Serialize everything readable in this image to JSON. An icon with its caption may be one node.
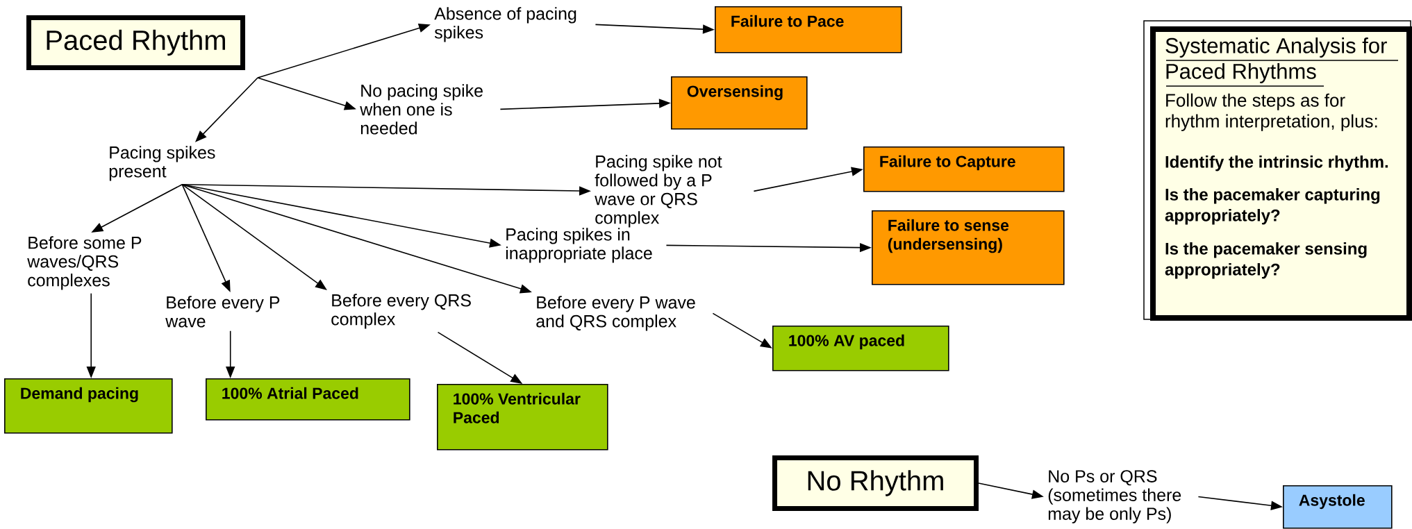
{
  "diagram": {
    "nodes": [
      {
        "text": [
          "Paced Rhythm"
        ]
      },
      {
        "text": [
          "Absence of pacing spikes"
        ]
      },
      {
        "text": [
          "Failure to Pace"
        ]
      },
      {
        "text": [
          "No pacing spike when one is needed"
        ]
      },
      {
        "text": [
          "Oversensing"
        ]
      },
      {
        "text": [
          "Pacing spikes present"
        ]
      },
      {
        "text": [
          "Pacing spike not followed by a P wave or QRS complex"
        ]
      },
      {
        "text": [
          "Failure to Capture"
        ]
      },
      {
        "text": [
          "Pacing spikes in inappropriate place"
        ]
      },
      {
        "text": [
          "Failure to sense (undersensing)"
        ]
      },
      {
        "text": [
          "Before some P waves/QRS complexes"
        ]
      },
      {
        "text": [
          "Before every P wave"
        ]
      },
      {
        "text": [
          "Before every QRS complex"
        ]
      },
      {
        "text": [
          "Before every P wave and QRS complex"
        ]
      },
      {
        "text": [
          "100% AV paced"
        ]
      },
      {
        "text": [
          "Demand pacing"
        ]
      },
      {
        "text": [
          "100% Atrial Paced"
        ]
      },
      {
        "text": [
          "100% Ventricular Paced"
        ]
      },
      {
        "text": [
          "Systematic Analysis for Paced Rhythms",
          "Follow the steps as for rhythm interpretation, plus:",
          "Identify the intrinsic rhythm.",
          "Is the pacemaker capturing appropriately?",
          "Is the pacemaker sensing appropriately?"
        ]
      },
      {
        "text": [
          "No Rhythm"
        ]
      },
      {
        "text": [
          "No Ps or QRS (sometimes there may be only Ps)"
        ]
      },
      {
        "text": [
          "Asystole"
        ]
      }
    ],
    "edges": [
      {
        "from": 0,
        "to": 1,
        "arrow": "to"
      },
      {
        "from": 0,
        "to": 3,
        "arrow": "to"
      },
      {
        "from": 0,
        "to": 5,
        "arrow": "to"
      },
      {
        "from": 1,
        "to": 2,
        "arrow": "to"
      },
      {
        "from": 3,
        "to": 4,
        "arrow": "to"
      },
      {
        "from": 5,
        "to": 6,
        "arrow": "to"
      },
      {
        "from": 5,
        "to": 8,
        "arrow": "to"
      },
      {
        "from": 5,
        "to": 10,
        "arrow": "to"
      },
      {
        "from": 5,
        "to": 11,
        "arrow": "to"
      },
      {
        "from": 5,
        "to": 12,
        "arrow": "to"
      },
      {
        "from": 5,
        "to": 13,
        "arrow": "to"
      },
      {
        "from": 6,
        "to": 7,
        "arrow": "to"
      },
      {
        "from": 8,
        "to": 9,
        "arrow": "to"
      },
      {
        "from": 10,
        "to": 15,
        "arrow": "to"
      },
      {
        "from": 11,
        "to": 16,
        "arrow": "to"
      },
      {
        "from": 12,
        "to": 17,
        "arrow": "to"
      },
      {
        "from": 13,
        "to": 14,
        "arrow": "to"
      },
      {
        "from": 19,
        "to": 20,
        "arrow": "to"
      },
      {
        "from": 20,
        "to": 21,
        "arrow": "to"
      }
    ]
  }
}
